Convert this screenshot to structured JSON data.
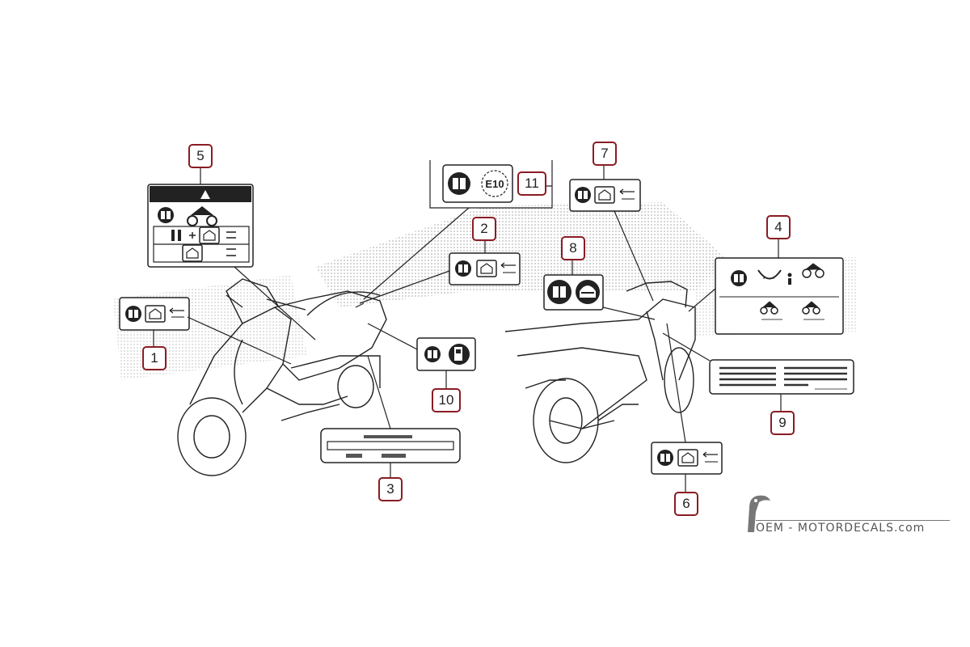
{
  "callouts": [
    {
      "num": "1"
    },
    {
      "num": "2"
    },
    {
      "num": "3"
    },
    {
      "num": "4"
    },
    {
      "num": "5"
    },
    {
      "num": "6"
    },
    {
      "num": "7"
    },
    {
      "num": "8"
    },
    {
      "num": "9"
    },
    {
      "num": "10"
    },
    {
      "num": "11"
    }
  ],
  "label_11": {
    "fuel_text": "E10"
  },
  "watermark": {
    "text": "OEM - MOTORDECALS.com",
    "logo": "toucan-logo-icon"
  },
  "colors": {
    "callout_border": "#8a1c24",
    "line_art": "#222222",
    "halftone": "#c8c8c8"
  }
}
